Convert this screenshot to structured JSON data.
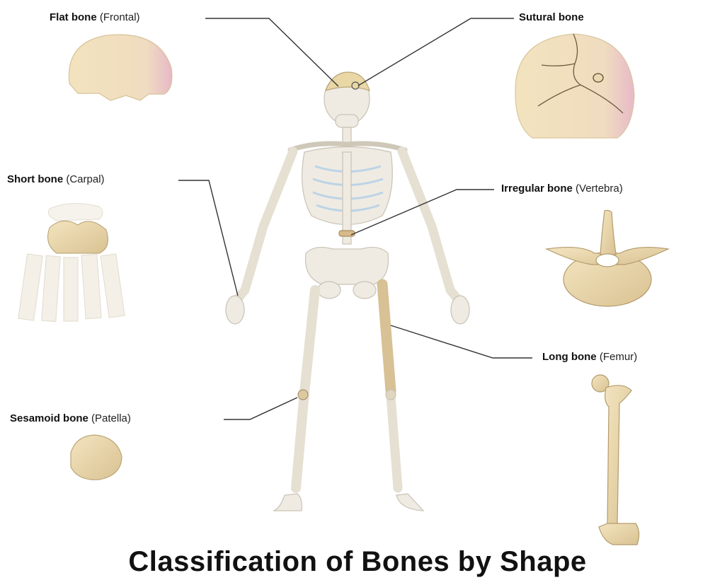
{
  "title": "Classification of Bones by Shape",
  "labels": {
    "flat": {
      "name": "Flat bone",
      "example": "(Frontal)"
    },
    "sutural": {
      "name": "Sutural bone",
      "example": ""
    },
    "short": {
      "name": "Short bone",
      "example": "(Carpal)"
    },
    "irregular": {
      "name": "Irregular bone",
      "example": "(Vertebra)"
    },
    "long": {
      "name": "Long bone",
      "example": "(Femur)"
    },
    "sesamoid": {
      "name": "Sesamoid bone",
      "example": "(Patella)"
    }
  },
  "colors": {
    "skeleton": "#efebe3",
    "highlight_bone": "#e2cfa4",
    "bone_shade": "#c9b283",
    "costal_cartilage": "#bcd3e6",
    "leader_line": "#333333"
  }
}
